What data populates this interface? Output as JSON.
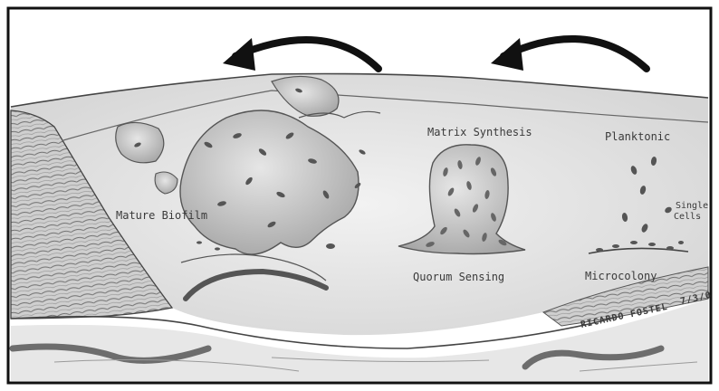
{
  "labels": {
    "mature_biofilm": "Mature Biofilm",
    "matrix_synthesis": "Matrix Synthesis",
    "planktonic": "Planktonic",
    "single": "Single",
    "cells": "Cells",
    "quorum_sensing": "Quorum Sensing",
    "microcolony": "Microcolony"
  },
  "signature": {
    "name": "RICARDO FOSTEL",
    "date": "7/3/0"
  }
}
